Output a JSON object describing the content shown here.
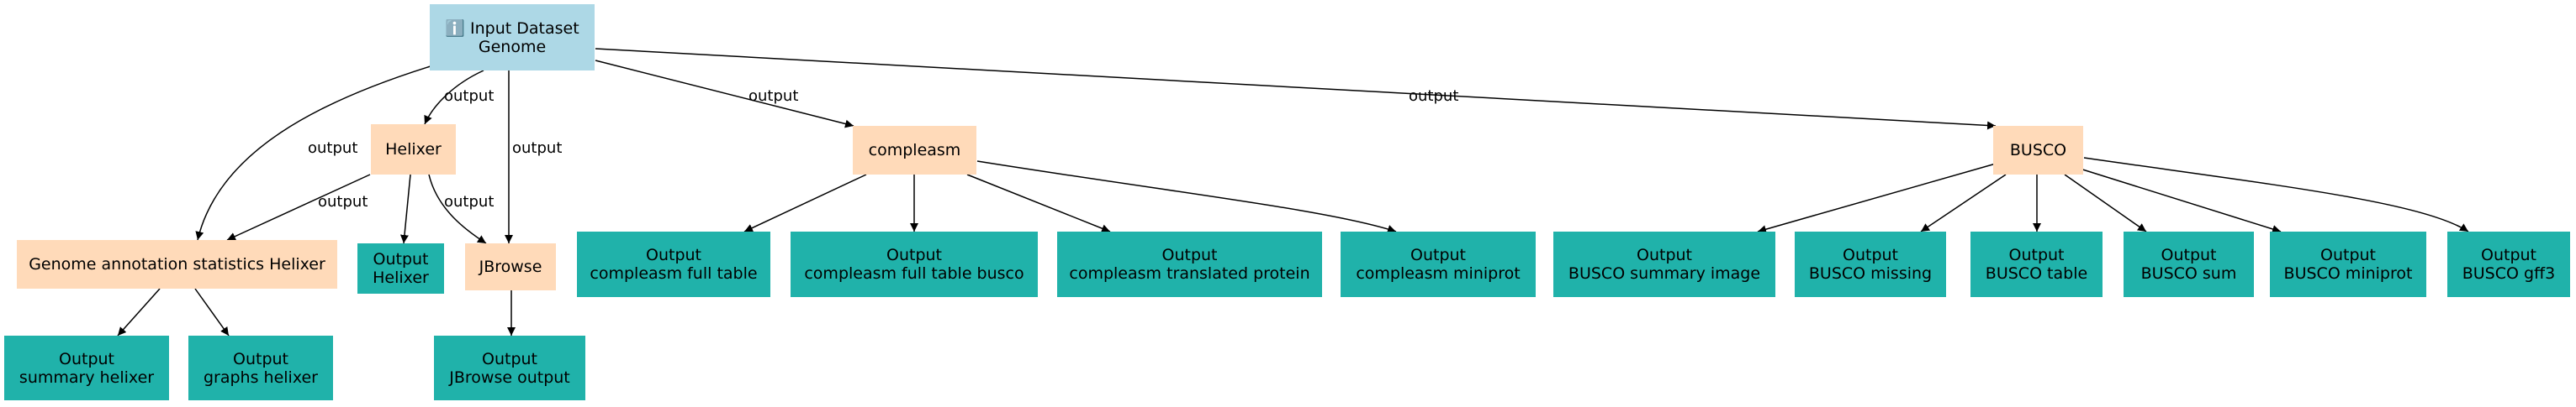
{
  "input": {
    "icon": "ℹ️",
    "line1": "Input Dataset",
    "line2": "Genome"
  },
  "tools": {
    "helixer": "Helixer",
    "compleasm": "compleasm",
    "busco": "BUSCO",
    "genome_stats": "Genome annotation statistics Helixer",
    "jbrowse": "JBrowse"
  },
  "outputs": {
    "helixer": [
      "Output",
      "Helixer"
    ],
    "summary_helixer": [
      "Output",
      "summary helixer"
    ],
    "graphs_helixer": [
      "Output",
      "graphs helixer"
    ],
    "jbrowse_output": [
      "Output",
      "JBrowse output"
    ],
    "compleasm_full_table": [
      "Output",
      "compleasm full table"
    ],
    "compleasm_full_table_busco": [
      "Output",
      "compleasm full table busco"
    ],
    "compleasm_translated_protein": [
      "Output",
      "compleasm translated protein"
    ],
    "compleasm_miniprot": [
      "Output",
      "compleasm miniprot"
    ],
    "busco_summary_image": [
      "Output",
      "BUSCO summary image"
    ],
    "busco_missing": [
      "Output",
      "BUSCO missing"
    ],
    "busco_table": [
      "Output",
      "BUSCO table"
    ],
    "busco_sum": [
      "Output",
      "BUSCO sum"
    ],
    "busco_miniprot": [
      "Output",
      "BUSCO miniprot"
    ],
    "busco_gff3": [
      "Output",
      "BUSCO gff3"
    ]
  },
  "edge_labels": {
    "input_to_helixer": "output",
    "input_to_genome_stats": "output",
    "input_to_jbrowse": "output",
    "input_to_compleasm": "output",
    "input_to_busco": "output",
    "helixer_to_genome_stats": "output",
    "helixer_to_jbrowse": "output"
  },
  "colors": {
    "input": "#add8e6",
    "tool": "#ffdab9",
    "output": "#20b2aa",
    "edge": "#000000"
  }
}
